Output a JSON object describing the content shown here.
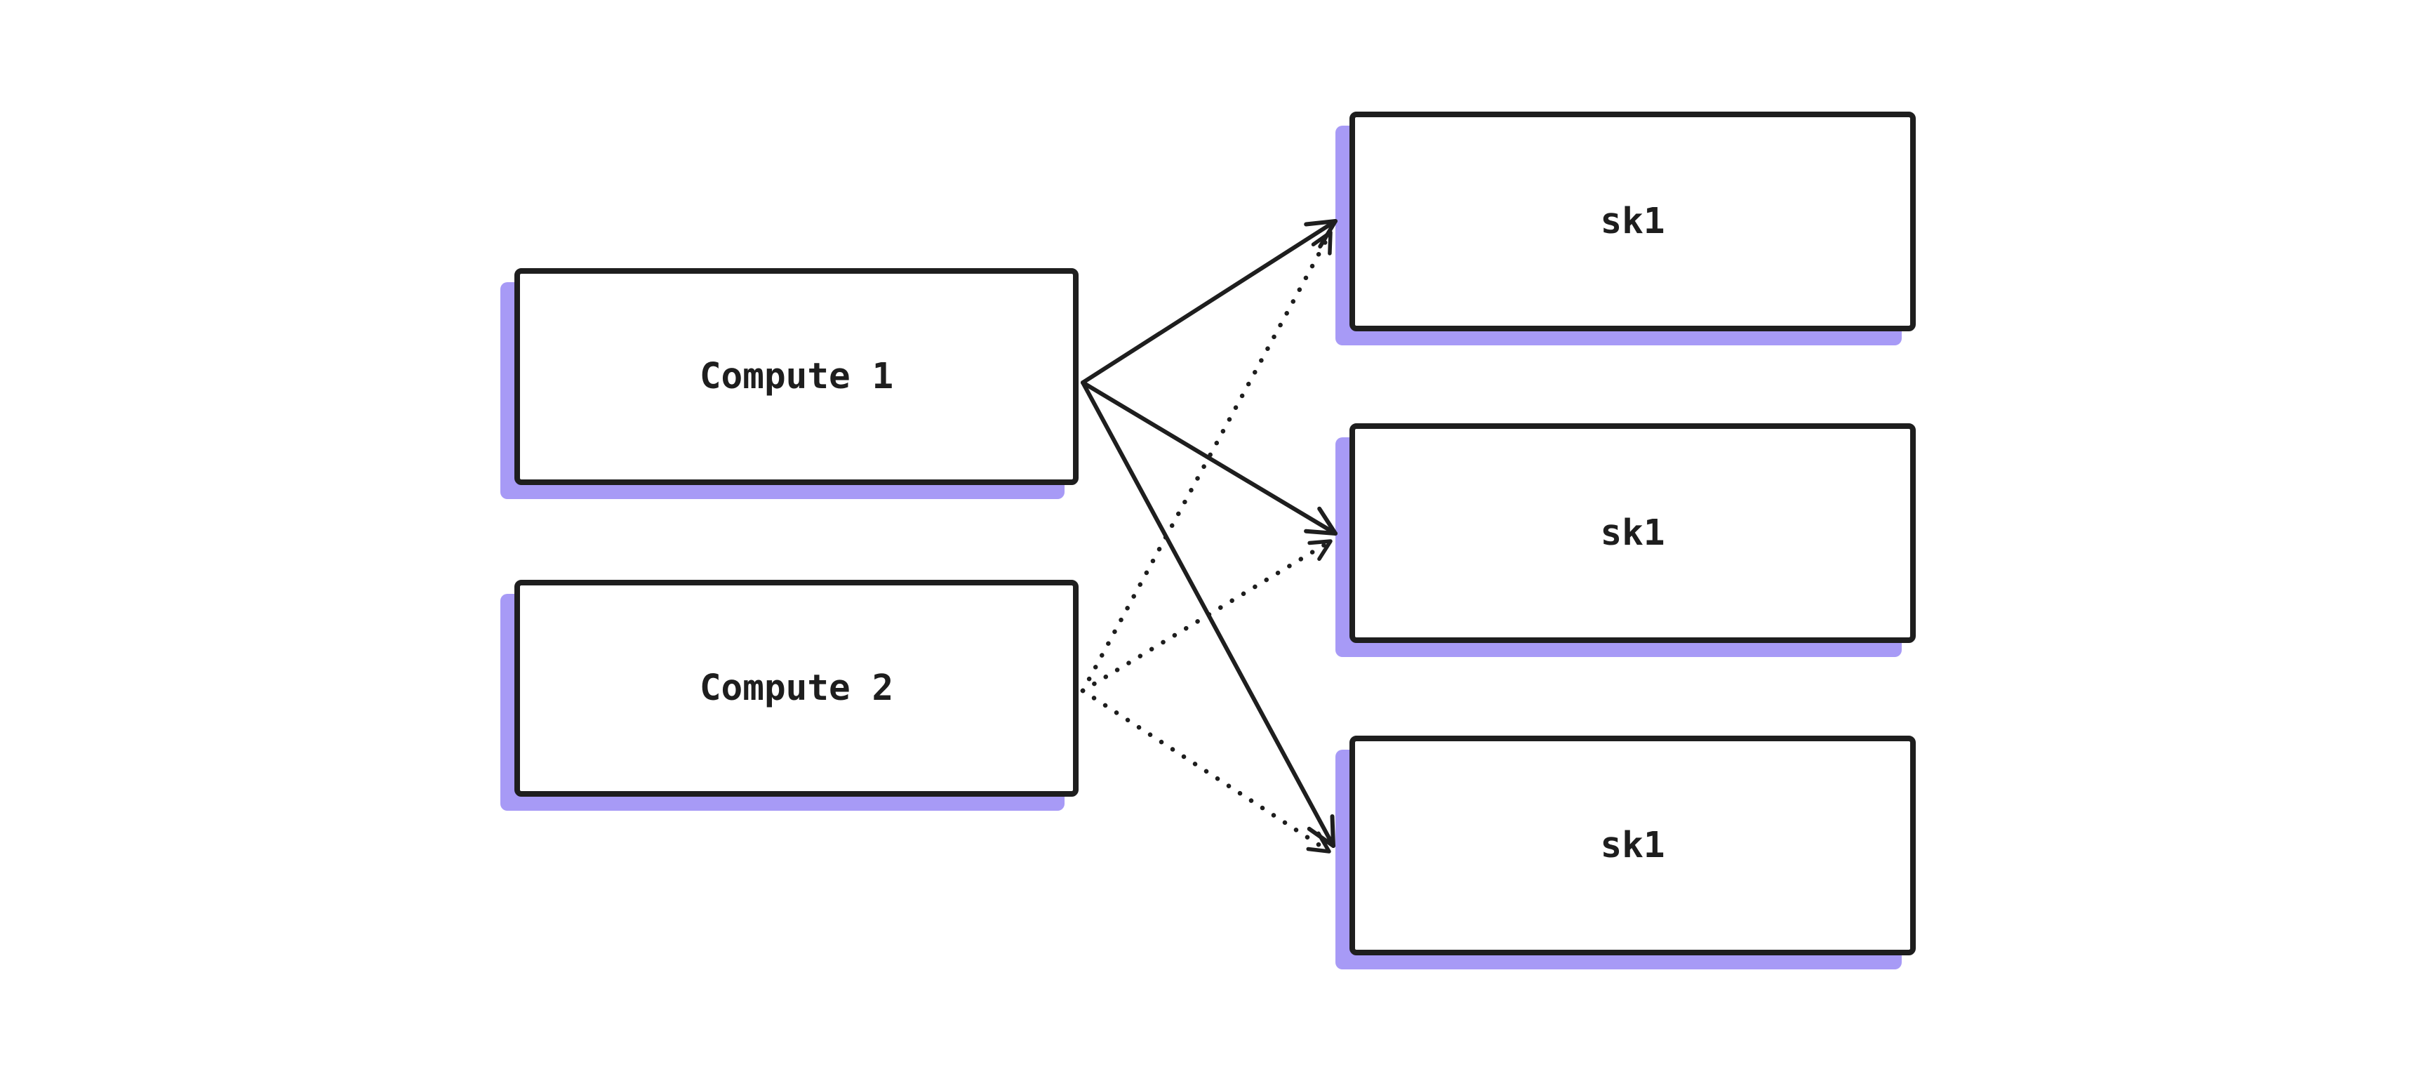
{
  "diagram": {
    "background_color": "#ffffff",
    "stroke_color": "#1e1e1e",
    "shadow_color": "#a79af6",
    "nodes": [
      {
        "id": "compute1",
        "label": "Compute 1",
        "column": "left"
      },
      {
        "id": "compute2",
        "label": "Compute 2",
        "column": "left"
      },
      {
        "id": "sk1a",
        "label": "sk1",
        "column": "right"
      },
      {
        "id": "sk1b",
        "label": "sk1",
        "column": "right"
      },
      {
        "id": "sk1c",
        "label": "sk1",
        "column": "right"
      }
    ],
    "edges": [
      {
        "from": "compute1",
        "to": "sk1a",
        "style": "solid",
        "arrowhead": "chevron"
      },
      {
        "from": "compute1",
        "to": "sk1b",
        "style": "solid",
        "arrowhead": "chevron"
      },
      {
        "from": "compute1",
        "to": "sk1c",
        "style": "solid",
        "arrowhead": "chevron"
      },
      {
        "from": "compute2",
        "to": "sk1a",
        "style": "dotted",
        "arrowhead": "chevron"
      },
      {
        "from": "compute2",
        "to": "sk1b",
        "style": "dotted",
        "arrowhead": "chevron"
      },
      {
        "from": "compute2",
        "to": "sk1c",
        "style": "dotted",
        "arrowhead": "chevron"
      }
    ]
  }
}
